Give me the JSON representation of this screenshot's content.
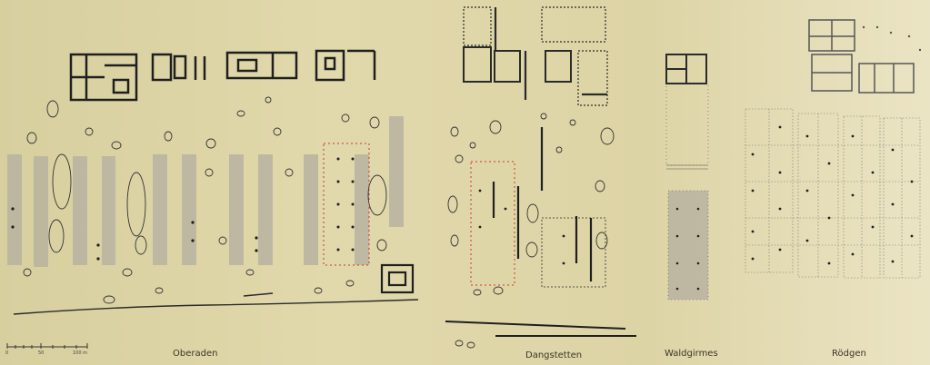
{
  "labels": {
    "oberaden": "Oberaden",
    "dangstetten": "Dangstetten",
    "waldgirmes": "Waldgirmes",
    "rodgen": "Rödgen"
  },
  "scale": {
    "ticks": [
      "0",
      "50",
      "100 m"
    ]
  },
  "colors": {
    "background": "#dcd3a6",
    "line": "#2a2a2a",
    "grey_band": "#b9b3a1",
    "red_post": "#c83a2a"
  }
}
